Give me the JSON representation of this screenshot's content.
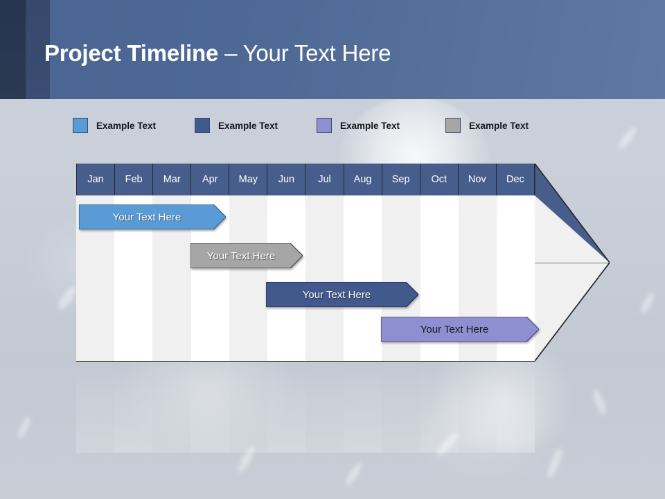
{
  "slide": {
    "title_strong": "Project Timeline",
    "title_light": " – Your Text Here",
    "background_color": "#c7ccd6",
    "header_color": "#4d6894"
  },
  "legend": {
    "items": [
      {
        "label": "Example Text",
        "color": "#5b9bd5",
        "swatch_name": "legend-swatch-blue"
      },
      {
        "label": "Example Text",
        "color": "#41598c",
        "swatch_name": "legend-swatch-navy"
      },
      {
        "label": "Example Text",
        "color": "#8e8fd0",
        "swatch_name": "legend-swatch-purple"
      },
      {
        "label": "Example Text",
        "color": "#a6a6a6",
        "swatch_name": "legend-swatch-gray"
      }
    ]
  },
  "chart_data": {
    "type": "bar",
    "title": "Project Timeline",
    "xlabel": "",
    "ylabel": "",
    "categories": [
      "Jan",
      "Feb",
      "Mar",
      "Apr",
      "May",
      "Jun",
      "Jul",
      "Aug",
      "Sep",
      "Oct",
      "Nov",
      "Dec"
    ],
    "series": [
      {
        "name": "Example Text",
        "label": "Your  Text Here",
        "color": "#5b9bd5",
        "start_month": 1,
        "end_month": 4.1,
        "row": 1
      },
      {
        "name": "Example Text",
        "label": "Your  Text Here",
        "color": "#a6a6a6",
        "start_month": 4,
        "end_month": 6.5,
        "row": 2
      },
      {
        "name": "Example Text",
        "label": "Your  Text Here",
        "color": "#41598c",
        "start_month": 6,
        "end_month": 9.4,
        "row": 3
      },
      {
        "name": "Example Text",
        "label": "Your  Text Here",
        "color": "#8e8fd0",
        "start_month": 9,
        "end_month": 13.0,
        "row": 4
      }
    ],
    "grid": true,
    "legend_position": "top"
  },
  "months": {
    "header_text_color": "#ffffff",
    "header_fill": "#475e8c"
  }
}
